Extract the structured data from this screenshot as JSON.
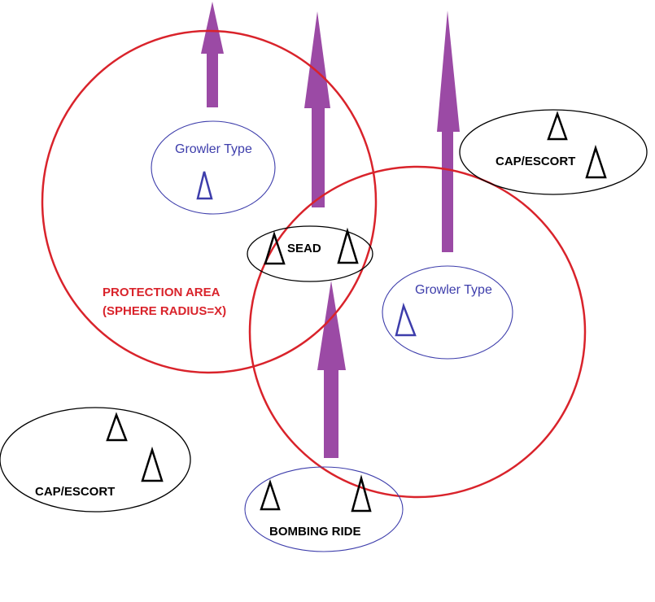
{
  "colors": {
    "protection_circle": "#d9232b",
    "arrow": "#9b4aa5",
    "group_outline_black": "#000000",
    "group_outline_blue": "#3d3dab",
    "growler_text": "#3d3dab",
    "aircraft_black": "#000000",
    "aircraft_blue": "#3d3dab"
  },
  "labels": {
    "growler_left": "Growler Type",
    "growler_right": "Growler Type",
    "sead": "SEAD",
    "cap_escort_right": "CAP/ESCORT",
    "cap_escort_left": "CAP/ESCORT",
    "bombing_ride": "BOMBING RIDE",
    "protection_area_line1": "PROTECTION AREA",
    "protection_area_line2": "(SPHERE RADIUS=X)"
  },
  "icons": {
    "aircraft": "triangle-aircraft-icon",
    "direction": "up-arrow-icon"
  }
}
